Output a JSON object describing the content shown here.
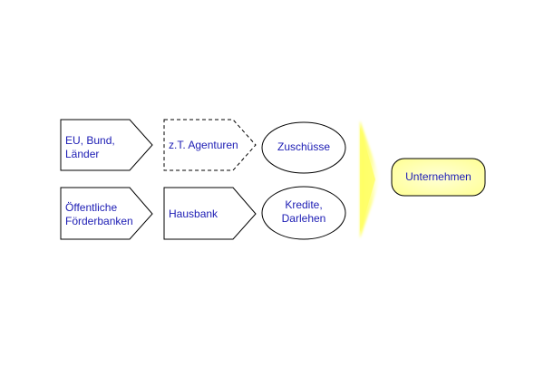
{
  "diagram": {
    "sources": {
      "public": "EU, Bund,\nLänder",
      "banks": "Öffentliche\nFörderbanken"
    },
    "intermediaries": {
      "agencies": "z.T. Agenturen",
      "housebank": "Hausbank"
    },
    "instruments": {
      "grants": "Zuschüsse",
      "loans": "Kredite,\nDarlehen"
    },
    "target": "Unternehmen",
    "colors": {
      "text": "#1c1cb4",
      "outline": "#000000",
      "target_fill": "#ffffa6",
      "arrow_fill": "#ffff66"
    }
  }
}
